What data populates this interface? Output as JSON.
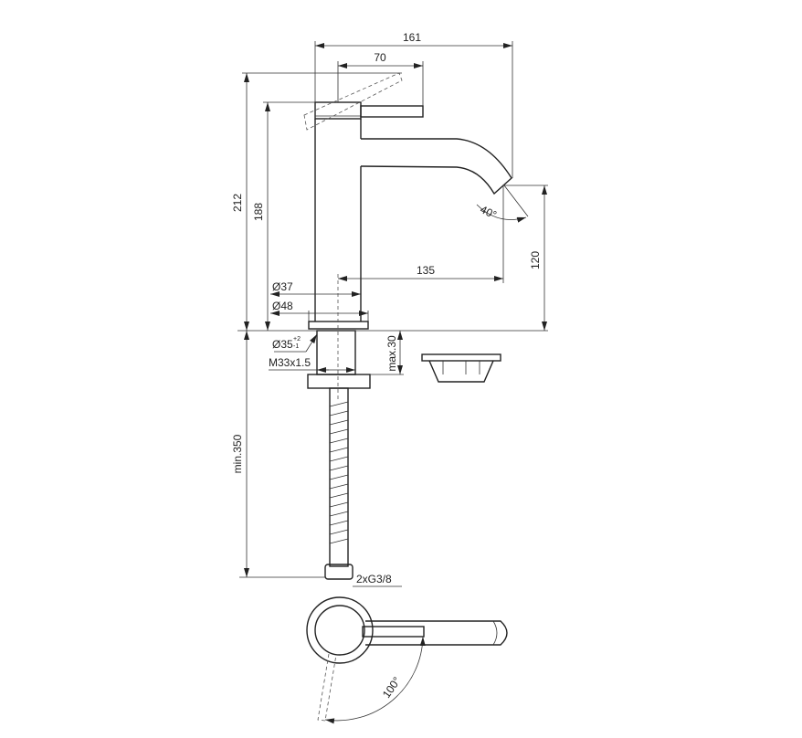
{
  "drawing": {
    "dimensions": {
      "overall_width": "161",
      "lever_length": "70",
      "total_height": "212",
      "body_height": "188",
      "spout_height": "120",
      "spout_reach": "135",
      "spout_angle": "40°",
      "body_diameter": "Ø37",
      "base_diameter": "Ø48",
      "hole_diameter": "Ø35",
      "hole_tol_plus": "+2",
      "hole_tol_minus": "-1",
      "thread": "M33x1.5",
      "max_thickness": "max.30",
      "min_hose": "min.350",
      "connection": "2xG3/8",
      "lever_rotation": "100°"
    }
  }
}
